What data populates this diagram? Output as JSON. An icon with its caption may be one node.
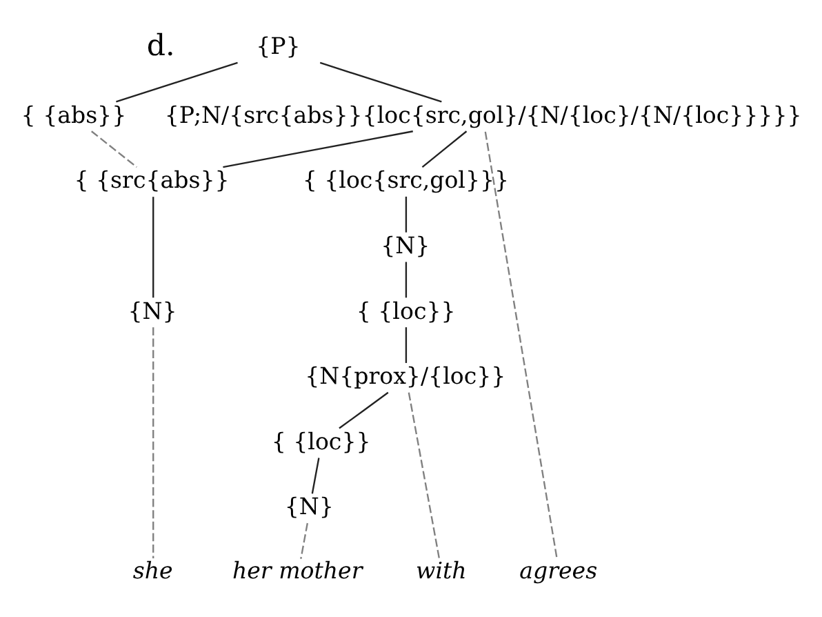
{
  "diagram": {
    "nodes": [
      {
        "text": [
          "{P}"
        ]
      },
      {
        "text": [
          "{ {abs}}"
        ]
      },
      {
        "text": [
          "{P;N/{src{abs}}{loc{src,gol}/{N/{loc}/{N/{loc}}}}}"
        ]
      },
      {
        "text": [
          "{ {src{abs}}"
        ]
      },
      {
        "text": [
          "{ {loc{src,gol}}}"
        ]
      },
      {
        "text": [
          "{N}"
        ]
      },
      {
        "text": [
          "{N}"
        ]
      },
      {
        "text": [
          "{ {loc}}"
        ]
      },
      {
        "text": [
          "{N{prox}/{loc}}"
        ]
      },
      {
        "text": [
          "{ {loc}}"
        ]
      },
      {
        "text": [
          "{N}"
        ]
      },
      {
        "text": [
          "she"
        ]
      },
      {
        "text": [
          "agrees"
        ]
      },
      {
        "text": [
          "with"
        ]
      },
      {
        "text": [
          "her mother"
        ]
      }
    ],
    "edges": [
      {
        "from": 0,
        "to": 1,
        "arrow": "none"
      },
      {
        "from": 0,
        "to": 2,
        "arrow": "none"
      },
      {
        "from": 1,
        "to": 3,
        "arrow": "none",
        "style": "dashed",
        "color": "#808080"
      },
      {
        "from": 2,
        "to": 3,
        "arrow": "none"
      },
      {
        "from": 2,
        "to": 4,
        "arrow": "none"
      },
      {
        "from": 3,
        "to": 5,
        "arrow": "none"
      },
      {
        "from": 4,
        "to": 6,
        "arrow": "none"
      },
      {
        "from": 6,
        "to": 7,
        "arrow": "none"
      },
      {
        "from": 7,
        "to": 8,
        "arrow": "none"
      },
      {
        "from": 8,
        "to": 9,
        "arrow": "none"
      },
      {
        "from": 9,
        "to": 10,
        "arrow": "none"
      },
      {
        "from": 5,
        "to": 11,
        "arrow": "none",
        "style": "dashed",
        "color": "#808080"
      },
      {
        "from": 2,
        "to": 12,
        "arrow": "none",
        "style": "dashed",
        "color": "#808080"
      },
      {
        "from": 8,
        "to": 13,
        "arrow": "none",
        "style": "dashed",
        "color": "#808080"
      },
      {
        "from": 10,
        "to": 14,
        "arrow": "none",
        "style": "dashed",
        "color": "#808080"
      }
    ],
    "labels": [
      "d."
    ]
  }
}
